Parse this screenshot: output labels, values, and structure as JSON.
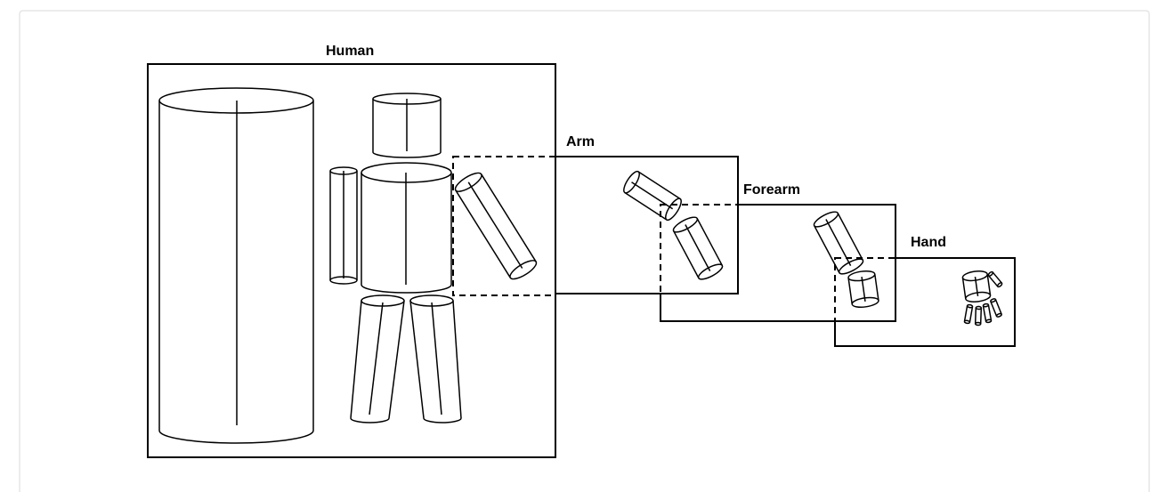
{
  "diagram": {
    "labels": {
      "human": "Human",
      "arm": "Arm",
      "forearm": "Forearm",
      "hand": "Hand"
    }
  }
}
